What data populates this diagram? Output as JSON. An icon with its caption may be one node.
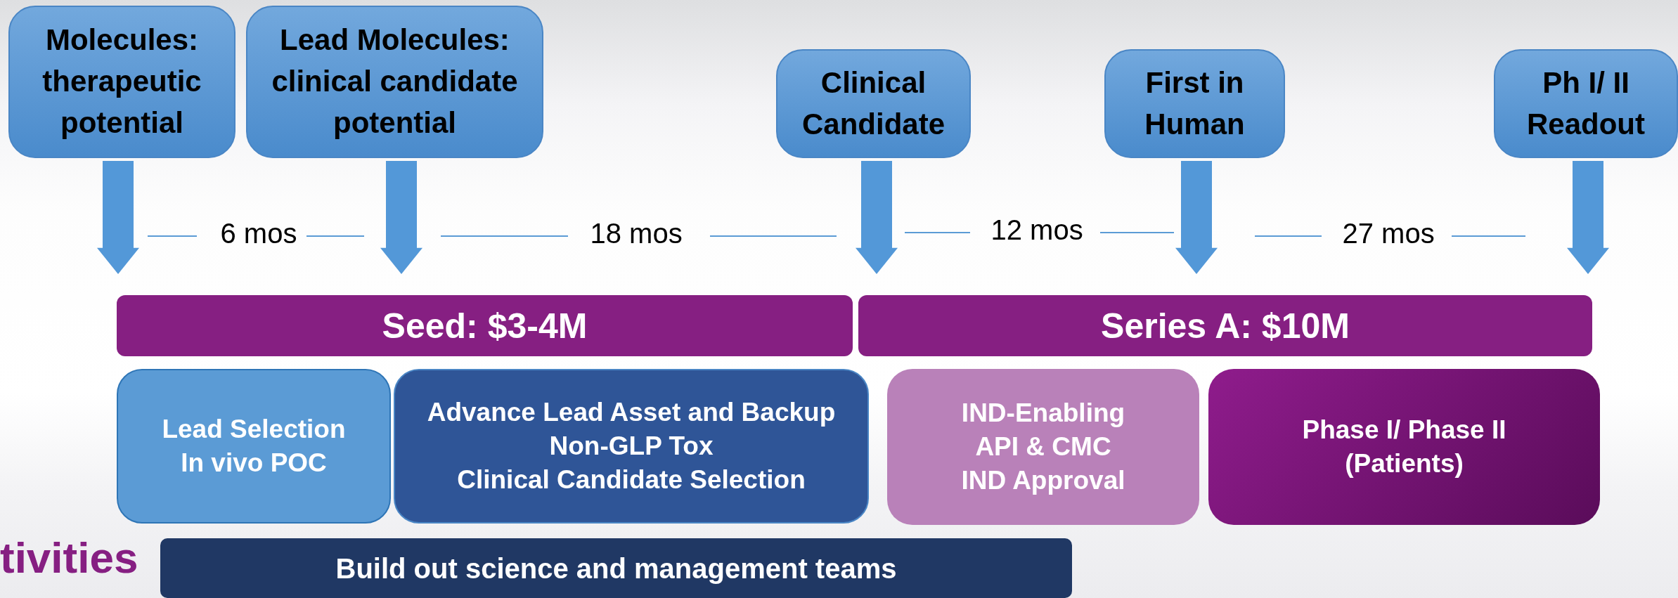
{
  "diagram": {
    "nodes": [
      {
        "text": [
          "Molecules: therapeutic potential"
        ]
      },
      {
        "text": [
          "Lead Molecules: clinical candidate potential"
        ]
      },
      {
        "text": [
          "Clinical Candidate"
        ]
      },
      {
        "text": [
          "First in Human"
        ]
      },
      {
        "text": [
          "Ph I/ II Readout"
        ]
      },
      {
        "text": [
          "Seed: $3-4M"
        ]
      },
      {
        "text": [
          "Series A: $10M"
        ]
      },
      {
        "text": [
          "Lead Selection",
          "In vivo POC"
        ]
      },
      {
        "text": [
          "Advance Lead Asset and Backup",
          "Non-GLP Tox",
          "Clinical Candidate Selection"
        ]
      },
      {
        "text": [
          "IND-Enabling",
          "API & CMC",
          "IND Approval"
        ]
      },
      {
        "text": [
          "Phase I/ Phase II (Patients)"
        ]
      },
      {
        "text": [
          "Build out science and management teams"
        ]
      }
    ],
    "edges": [
      {
        "from": 0,
        "to": 5,
        "arrow": "to"
      },
      {
        "from": 1,
        "to": 5,
        "arrow": "to"
      },
      {
        "from": 2,
        "to": 6,
        "arrow": "to"
      },
      {
        "from": 3,
        "to": 6,
        "arrow": "to"
      },
      {
        "from": 4,
        "to": 6,
        "arrow": "to"
      }
    ],
    "labels": [
      "6 mos",
      "18 mos",
      "12 mos",
      "27 mos",
      "tivities"
    ]
  }
}
